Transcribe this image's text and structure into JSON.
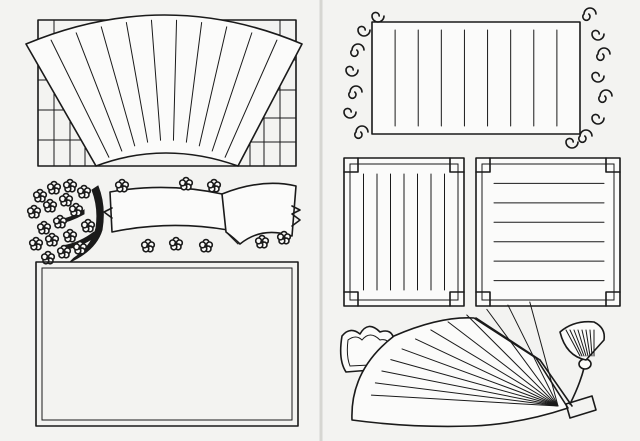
{
  "page": {
    "background": "#f3f3f1",
    "ink": "#1a1a1a",
    "paper": "#fbfbfa"
  },
  "left_page": {
    "fan_banner": {
      "lines": 10
    },
    "blossom_branch": {
      "icon": "cherry-blossom-icon"
    },
    "ribbon_banner": {
      "icon": "ribbon-banner-icon"
    },
    "large_frame": {
      "style": "double-line"
    }
  },
  "right_page": {
    "scroll_frame": {
      "lines": 8,
      "icon": "swirl-ornament-icon"
    },
    "vertical_lined_frame": {
      "lines": 7
    },
    "horizontal_lined_frame": {
      "lines": 6
    },
    "folding_fan": {
      "icon": "folding-fan-icon"
    },
    "tassel": {
      "icon": "tassel-icon"
    }
  }
}
